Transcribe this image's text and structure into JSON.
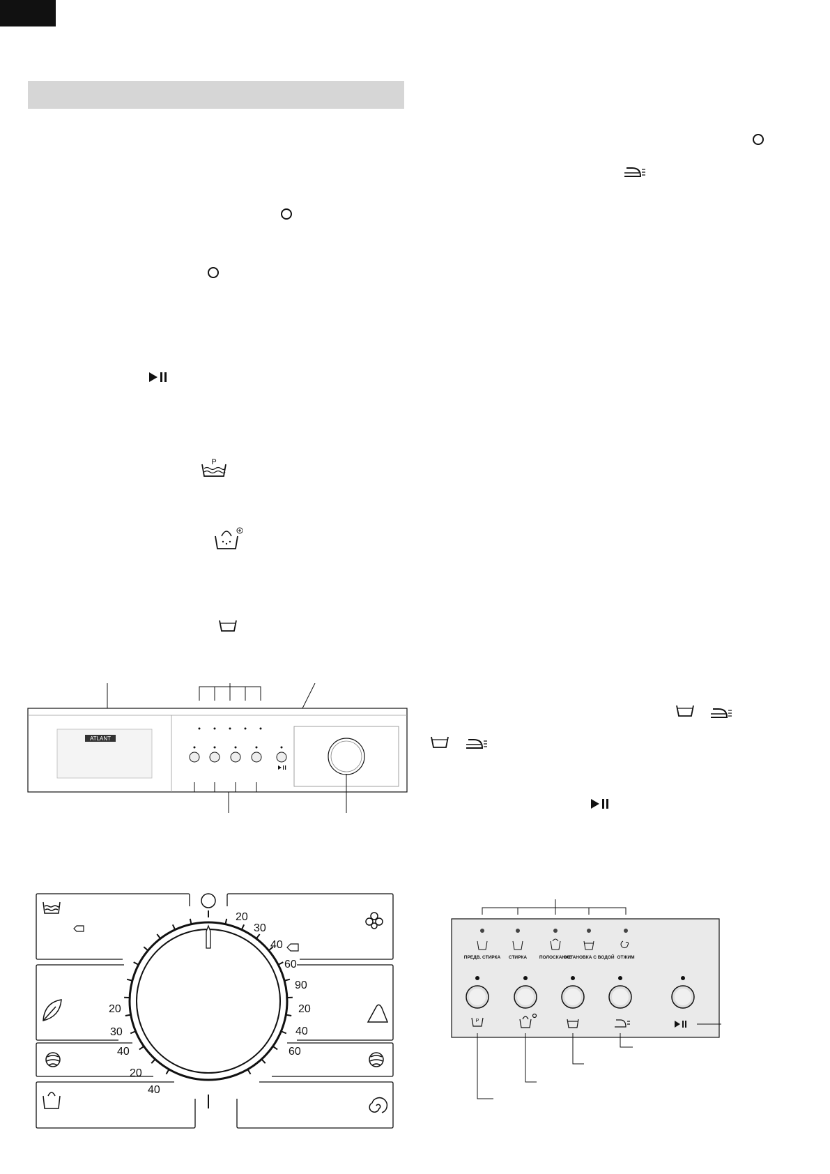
{
  "control_panel": {
    "brand": "ATLANT",
    "indicator_labels": [
      "ПРЕДВ. СТИРКА",
      "СТИРКА",
      "ПОЛОСКАНИЕ",
      "ОСТАНОВКА С ВОДОЙ",
      "ОТЖИМ"
    ],
    "button_symbols": [
      "P",
      "▶ll"
    ]
  },
  "dial": {
    "cotton_temps": [
      "20",
      "30",
      "40",
      "60",
      "90"
    ],
    "synthetic_temps": [
      "20",
      "40",
      "60"
    ],
    "delicate_temps": [
      "20",
      "30",
      "40"
    ],
    "wool_temps": [
      "20",
      "40"
    ]
  },
  "colors": {
    "header_gray": "#d6d6d6",
    "line": "#111111"
  }
}
